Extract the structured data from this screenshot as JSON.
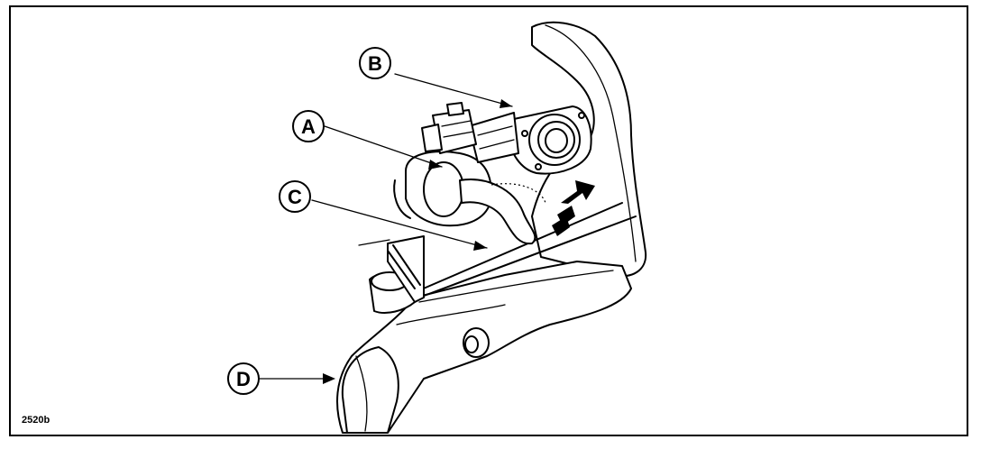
{
  "figure_id": "2520b",
  "callouts": [
    {
      "id": "A",
      "label": "A"
    },
    {
      "id": "B",
      "label": "B"
    },
    {
      "id": "C",
      "label": "C"
    },
    {
      "id": "D",
      "label": "D"
    }
  ],
  "colors": {
    "ink": "#000000",
    "paper": "#ffffff"
  }
}
